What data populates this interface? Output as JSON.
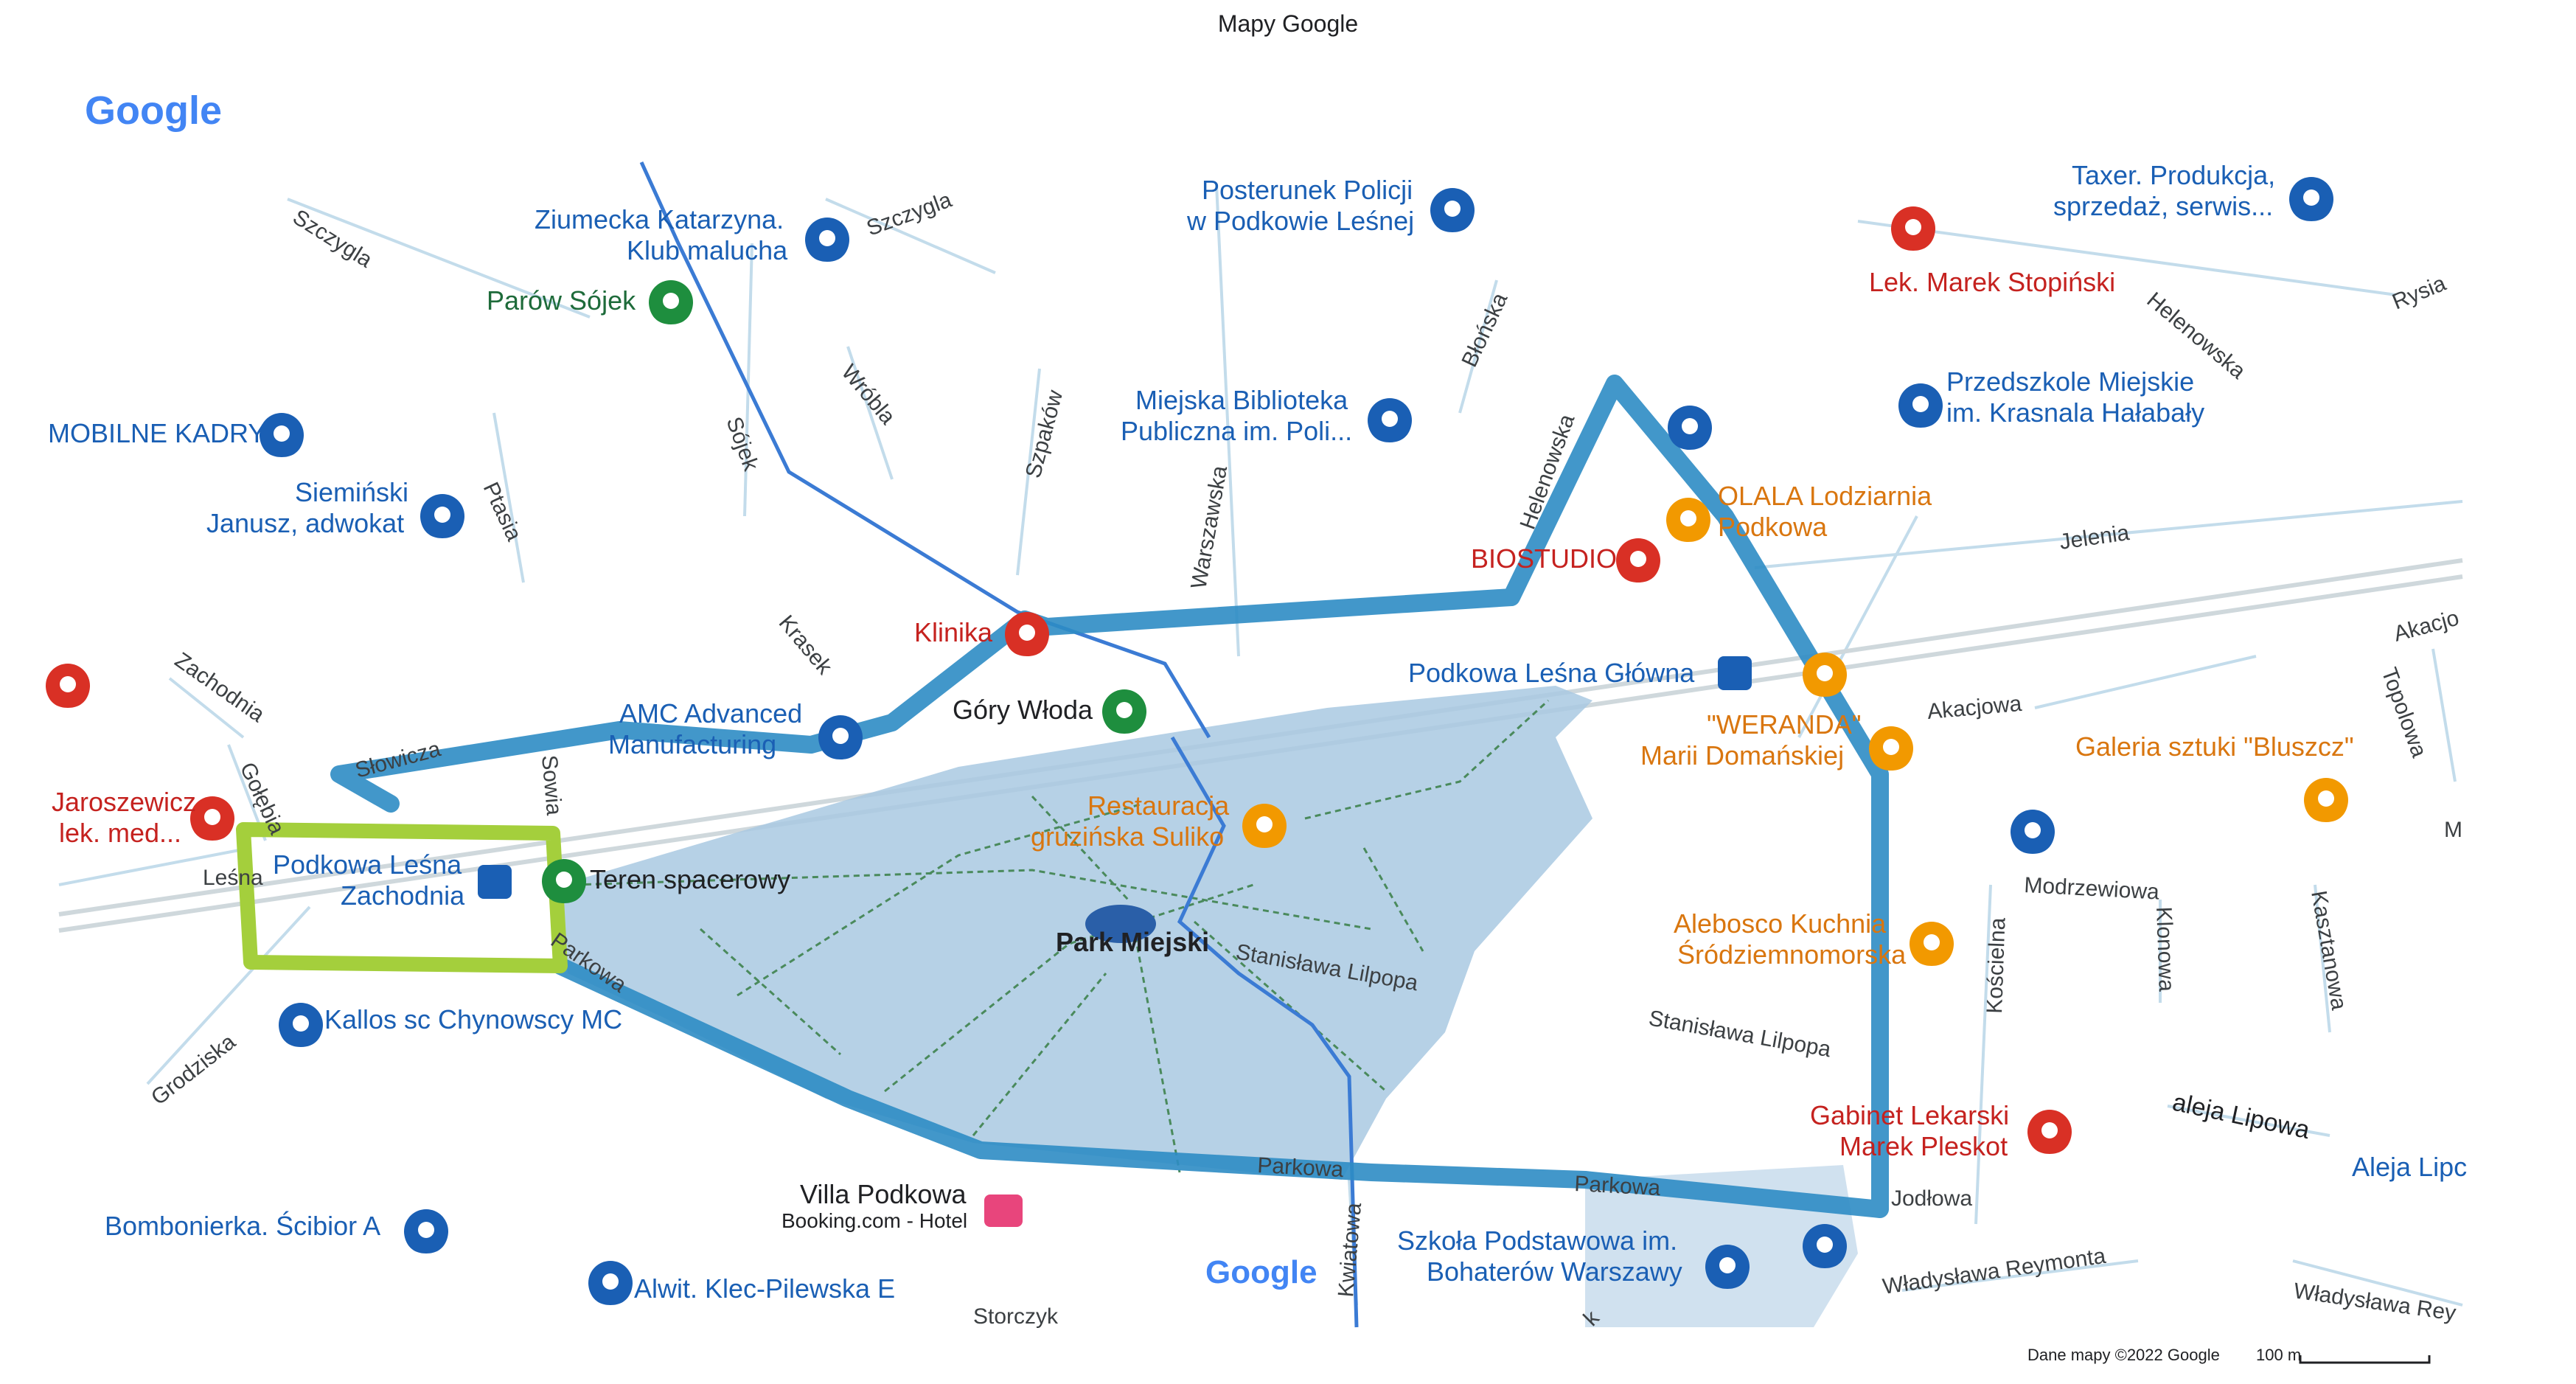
{
  "header": {
    "title": "Mapy Google"
  },
  "logo": {
    "text": "Google"
  },
  "colors": {
    "route": "#2d8cc4",
    "park": "#a9c9e2",
    "highlight": "#a4cf3c"
  },
  "streets": [
    {
      "name": "Szczygla"
    },
    {
      "name": "Szczygla"
    },
    {
      "name": "Ptasia"
    },
    {
      "name": "Sójek"
    },
    {
      "name": "Wróbla"
    },
    {
      "name": "Szpaków"
    },
    {
      "name": "Warszawska"
    },
    {
      "name": "Błońska"
    },
    {
      "name": "Helenowska"
    },
    {
      "name": "Helenowska"
    },
    {
      "name": "Rysia"
    },
    {
      "name": "Jelenia"
    },
    {
      "name": "Akacjo"
    },
    {
      "name": "Topolowa"
    },
    {
      "name": "Akacjowa"
    },
    {
      "name": "Krasek"
    },
    {
      "name": "Zachodnia"
    },
    {
      "name": "Gołębia"
    },
    {
      "name": "Słowicza"
    },
    {
      "name": "Sowia"
    },
    {
      "name": "Leśna"
    },
    {
      "name": "Parkowa"
    },
    {
      "name": "Grodziska"
    },
    {
      "name": "Stanisława Lilpopa"
    },
    {
      "name": "Stanisława Lilpopa"
    },
    {
      "name": "Parkowa"
    },
    {
      "name": "Parkowa"
    },
    {
      "name": "Kwiatowa"
    },
    {
      "name": "Jodłowa"
    },
    {
      "name": "Kościelna"
    },
    {
      "name": "Modrzewiowa"
    },
    {
      "name": "Klonowa"
    },
    {
      "name": "Kasztanowa"
    },
    {
      "name": "aleja Lipowa"
    },
    {
      "name": "Aleja Lipc"
    },
    {
      "name": "Władysława Reymonta"
    },
    {
      "name": "Władysława Rey"
    },
    {
      "name": "M"
    },
    {
      "name": "Storczyk"
    },
    {
      "name": "k"
    }
  ],
  "pois": [
    {
      "name": "Ziumecka Katarzyna.",
      "sub": "Klub malucha",
      "icon": "map-pin-icon"
    },
    {
      "name": "Parów Sójek",
      "icon": "tree-pin-icon"
    },
    {
      "name": "Posterunek Policji",
      "sub": "w Podkowie Leśnej",
      "icon": "police-pin-icon"
    },
    {
      "name": "Taxer. Produkcja,",
      "sub": "sprzedaż, serwis...",
      "icon": "map-pin-icon"
    },
    {
      "name": "Lek. Marek Stopiński",
      "icon": "hospital-pin-icon"
    },
    {
      "name": "Przedszkole Miejskie",
      "sub": "im. Krasnala Hałabały",
      "icon": "school-pin-icon"
    },
    {
      "name": "MOBILNE KADRY",
      "icon": "map-pin-icon"
    },
    {
      "name": "Miejska Biblioteka",
      "sub": "Publiczna im. Poli...",
      "icon": "library-pin-icon"
    },
    {
      "name": "Siemiński",
      "sub": "Janusz, adwokat",
      "icon": "map-pin-icon"
    },
    {
      "name": "OLALA Lodziarnia",
      "sub": "Podkowa",
      "icon": "food-pin-icon"
    },
    {
      "name": "BIOSTUDIO",
      "icon": "medical-pin-icon"
    },
    {
      "name": "Klinika",
      "icon": "hospital-pin-icon"
    },
    {
      "name": "AMC Advanced",
      "sub": "Manufacturing",
      "icon": "factory-pin-icon"
    },
    {
      "name": "Góry Włoda",
      "icon": "tree-pin-icon"
    },
    {
      "name": "Podkowa Leśna Główna",
      "icon": "train-station-icon"
    },
    {
      "name": "\"WERANDA\"",
      "sub": "Marii Domańskiej",
      "icon": "food-pin-icon"
    },
    {
      "name": "Galeria sztuki \"Bluszcz\"",
      "icon": "gallery-pin-icon"
    },
    {
      "name": "Jaroszewicz",
      "sub": "lek. med...",
      "icon": "hospital-pin-icon"
    },
    {
      "name": "Podkowa Leśna",
      "sub": "Zachodnia",
      "icon": "train-station-icon"
    },
    {
      "name": "Teren spacerowy",
      "icon": "tree-pin-icon"
    },
    {
      "name": "Restauracja",
      "sub": "gruzińska Suliko",
      "icon": "food-pin-icon"
    },
    {
      "name": "Park Miejski",
      "icon": "park-label"
    },
    {
      "name": "Alebosco Kuchnia",
      "sub": "Śródziemnomorska",
      "icon": "food-pin-icon"
    },
    {
      "name": "Kallos sc Chynowscy MC",
      "icon": "map-pin-icon"
    },
    {
      "name": "Gabinet Lekarski",
      "sub": "Marek Pleskot",
      "icon": "hospital-pin-icon"
    },
    {
      "name": "Villa Podkowa",
      "sub": "Booking.com - Hotel",
      "icon": "hotel-pin-icon"
    },
    {
      "name": "Bombonierka. Ścibior A",
      "icon": "map-pin-icon"
    },
    {
      "name": "Szkoła Podstawowa im.",
      "sub": "Bohaterów Warszawy",
      "icon": "school-pin-icon"
    },
    {
      "name": "Alwit. Klec-Pilewska E",
      "icon": "map-pin-icon"
    }
  ],
  "footer": {
    "copyright": "Dane mapy ©2022 Google",
    "scale": "100 m",
    "watermark": "Google"
  }
}
